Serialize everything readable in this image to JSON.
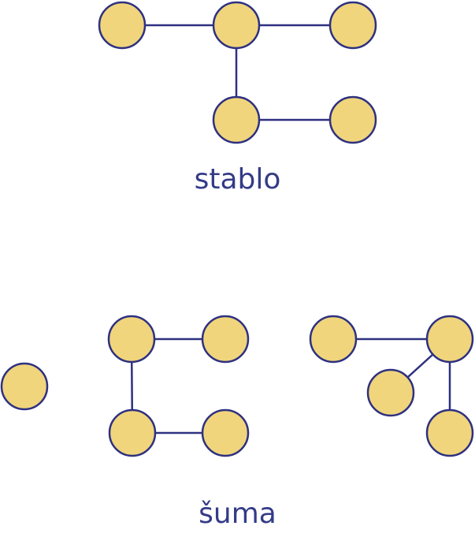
{
  "colors": {
    "node_fill": "#F0D57C",
    "node_stroke": "#2E3180",
    "edge": "#2E3180",
    "caption": "#343B87"
  },
  "tree": {
    "caption": "stablo",
    "nodes": [
      "t1",
      "t2",
      "t3",
      "t4",
      "t5"
    ],
    "edges": [
      [
        "t1",
        "t2"
      ],
      [
        "t2",
        "t3"
      ],
      [
        "t2",
        "t4"
      ],
      [
        "t4",
        "t5"
      ]
    ]
  },
  "forest": {
    "caption": "šuma",
    "components": [
      {
        "nodes": [
          "a1"
        ],
        "edges": []
      },
      {
        "nodes": [
          "b1",
          "b2",
          "b3",
          "b4"
        ],
        "edges": [
          [
            "b1",
            "b2"
          ],
          [
            "b1",
            "b3"
          ],
          [
            "b3",
            "b4"
          ]
        ]
      },
      {
        "nodes": [
          "c1",
          "c2",
          "c3",
          "c4"
        ],
        "edges": [
          [
            "c1",
            "c2"
          ],
          [
            "c2",
            "c3"
          ],
          [
            "c2",
            "c4"
          ]
        ]
      }
    ]
  }
}
